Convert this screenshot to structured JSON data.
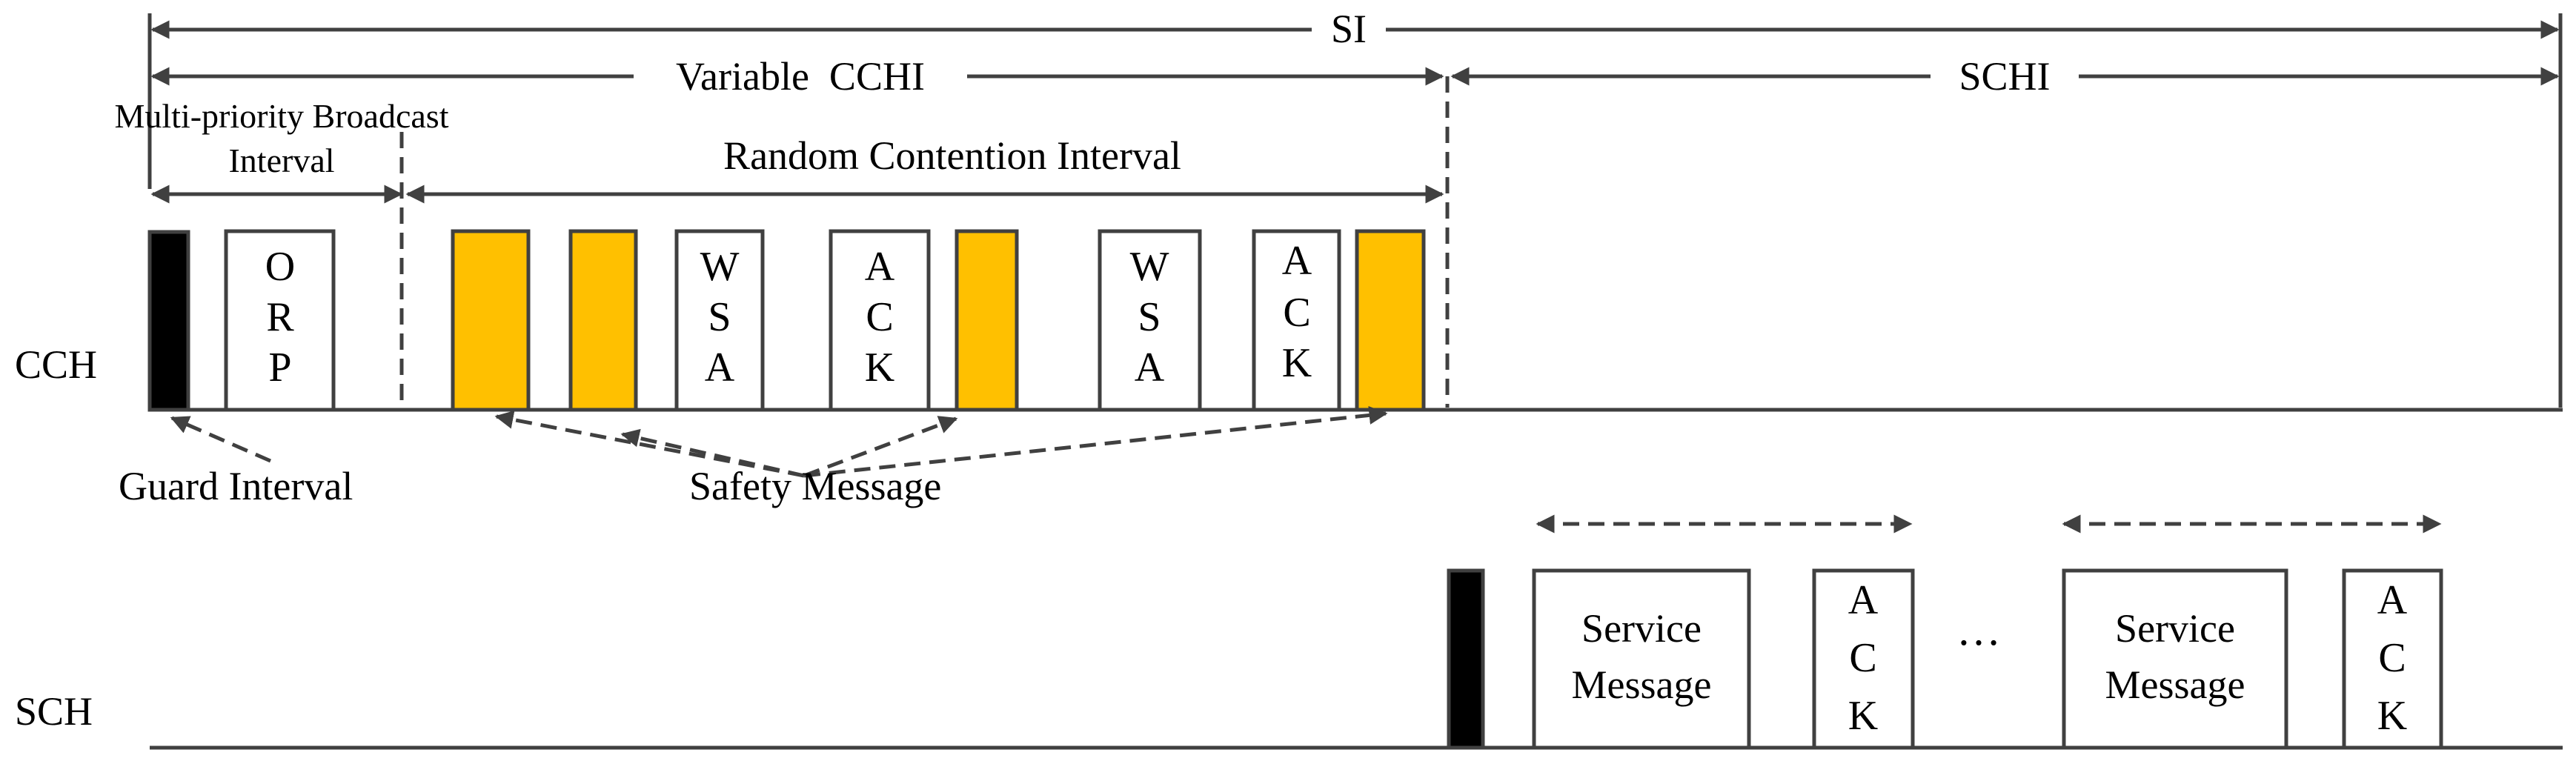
{
  "intervals": {
    "si": "SI",
    "cchi": "Variable  CCHI",
    "schi": "SCHI",
    "broadcast_line1": "Multi-priority Broadcast",
    "broadcast_line2": "Interval",
    "random_contention": "Random Contention Interval"
  },
  "channels": {
    "cch": "CCH",
    "sch": "SCH"
  },
  "cch_boxes": {
    "orp": [
      "O",
      "R",
      "P"
    ],
    "wsa1": [
      "W",
      "S",
      "A"
    ],
    "ack1": [
      "A",
      "C",
      "K"
    ],
    "wsa2": [
      "W",
      "S",
      "A"
    ],
    "ack2": [
      "A",
      "C",
      "K"
    ]
  },
  "annotations": {
    "guard_interval": "Guard Interval",
    "safety_message": "Safety Message"
  },
  "sch_boxes": {
    "service1": [
      "Service",
      "Message"
    ],
    "ack1": [
      "A",
      "C",
      "K"
    ],
    "ellipsis": "…",
    "service2": [
      "Service",
      "Message"
    ],
    "ack2": [
      "A",
      "C",
      "K"
    ]
  },
  "colors": {
    "safety_message_fill": "#FFC000",
    "guard_fill": "#000000",
    "line": "#404040",
    "arrow": "#404040"
  }
}
